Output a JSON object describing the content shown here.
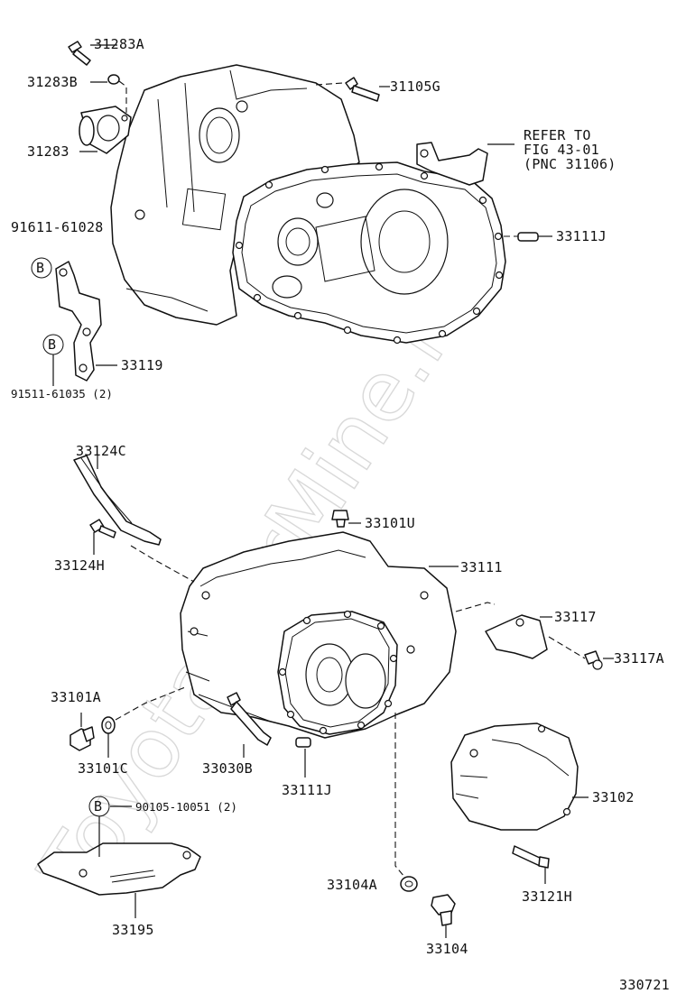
{
  "watermark": "ToyotaCarMine.ru",
  "figure_code": "330721",
  "callout_letter": "B",
  "labels": {
    "p31283A": "31283A",
    "p31283B": "31283B",
    "p31283": "31283",
    "p31105G": "31105G",
    "refer_line1": "REFER TO",
    "refer_line2": "FIG 43-01",
    "refer_line3": "(PNC 31106)",
    "p33111J_top": "33111J",
    "p91611": "91611-61028",
    "p33119": "33119",
    "p91511": "91511-61035 (2)",
    "p33124C": "33124C",
    "p33124H": "33124H",
    "p33101U": "33101U",
    "p33111": "33111",
    "p33117": "33117",
    "p33117A": "33117A",
    "p33101A": "33101A",
    "p33101C": "33101C",
    "p33030B": "33030B",
    "p33111J_bot": "33111J",
    "p33102": "33102",
    "p90105": "90105-10051 (2)",
    "p33104A": "33104A",
    "p33121H": "33121H",
    "p33195": "33195",
    "p33104": "33104"
  }
}
